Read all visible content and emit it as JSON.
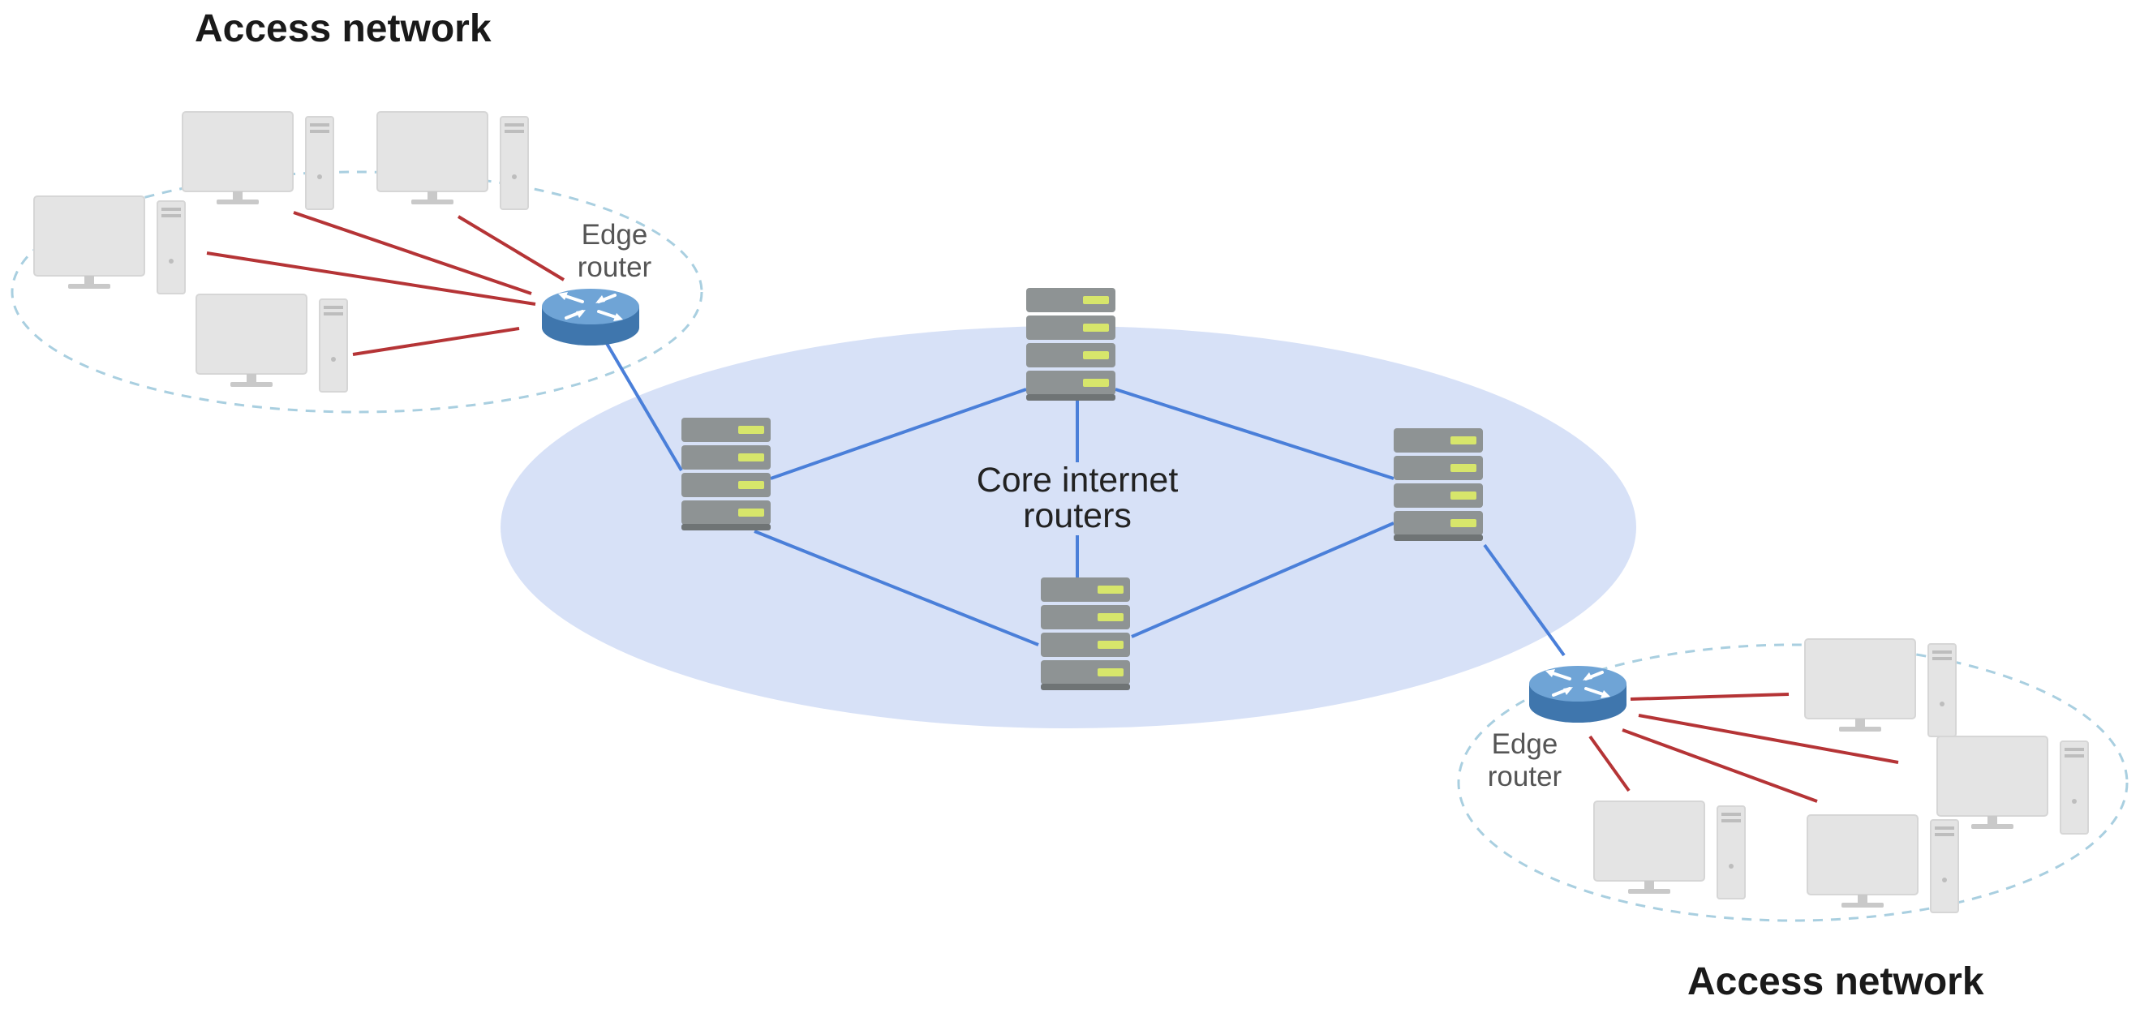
{
  "labels": {
    "access_network_top": "Access network",
    "access_network_bottom": "Access network",
    "edge_router_top_line1": "Edge",
    "edge_router_top_line2": "router",
    "edge_router_bottom_line1": "Edge",
    "edge_router_bottom_line2": "router",
    "core_line1": "Core internet",
    "core_line2": "routers"
  },
  "colors": {
    "core_fill": "#d7e1f7",
    "core_link": "#4a7fd9",
    "access_link": "#b53436",
    "access_boundary": "#a9cfe0",
    "router_blue": "#5f95c9",
    "server_gray": "#8e9394",
    "server_led": "#d7e66b",
    "computer_gray": "#e6e6e6"
  },
  "icons": {
    "core_router": "server-rack-icon",
    "edge_router": "router-icon",
    "host": "desktop-computer-icon"
  }
}
